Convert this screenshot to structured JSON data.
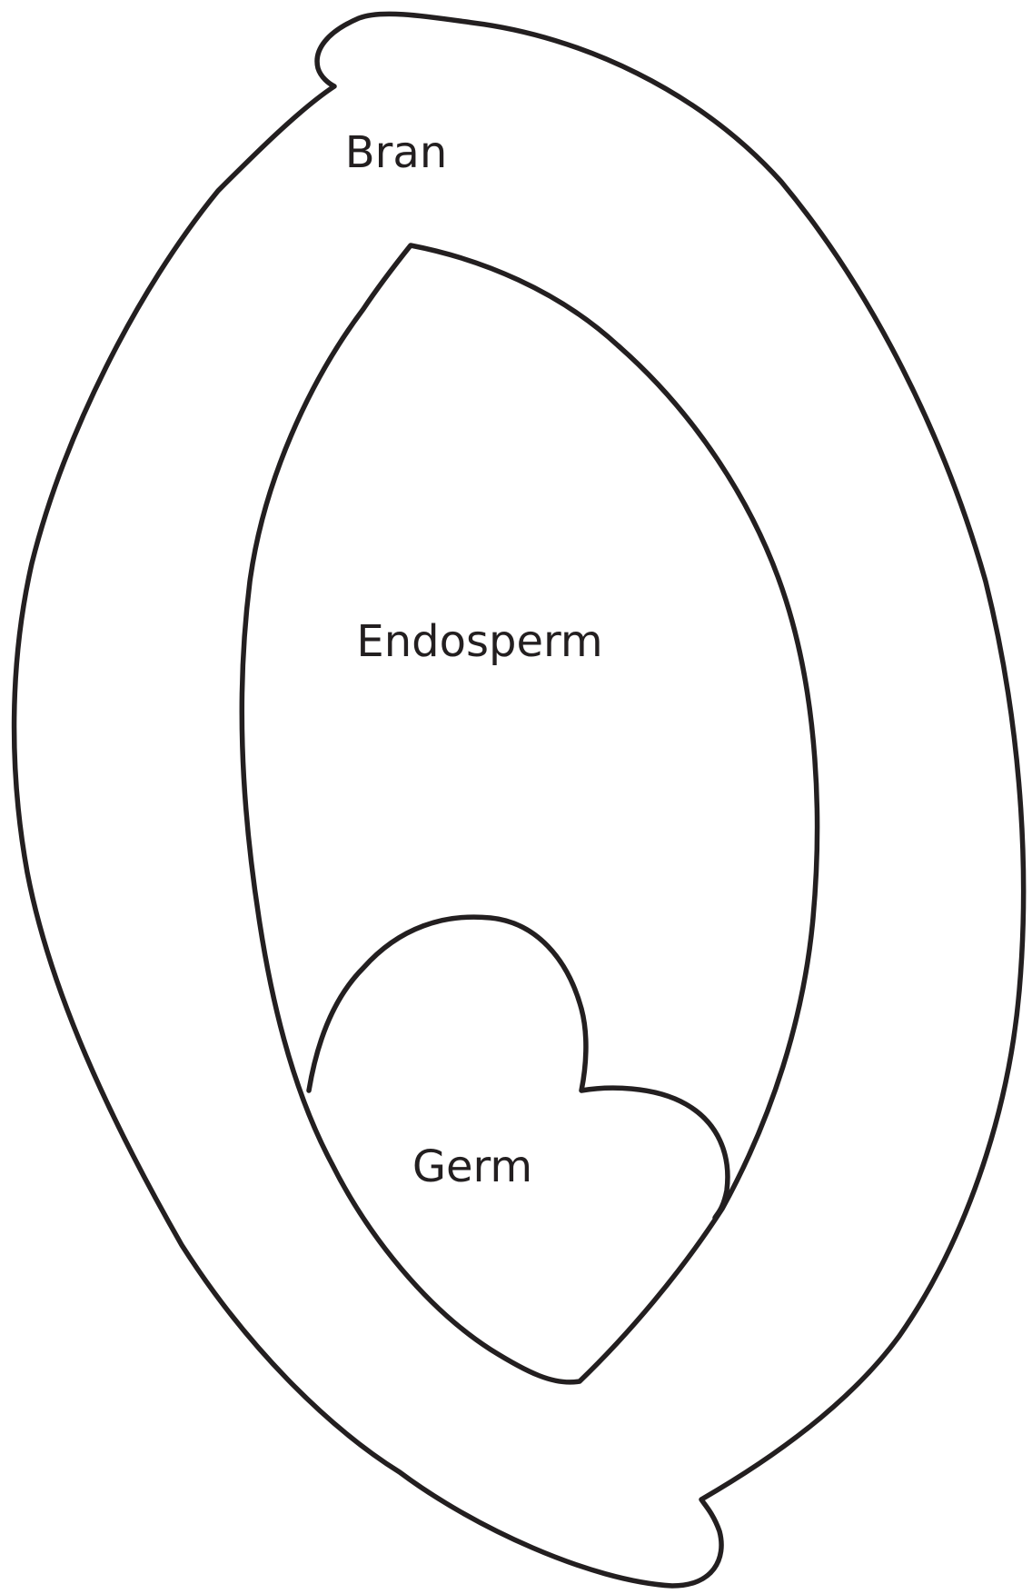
{
  "diagram": {
    "labels": {
      "bran": "Bran",
      "endosperm": "Endosperm",
      "germ": "Germ"
    },
    "colors": {
      "outline": "#231f20",
      "text": "#231f20",
      "background": "#ffffff"
    }
  }
}
